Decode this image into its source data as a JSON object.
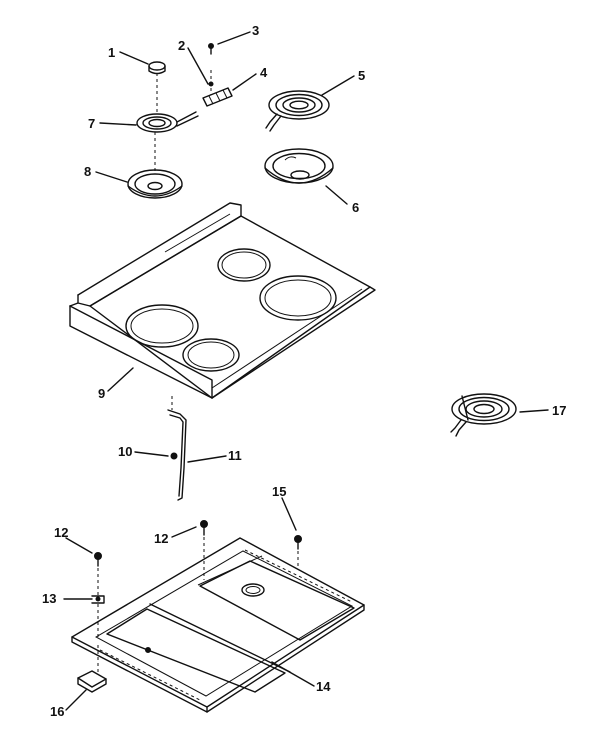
{
  "labels": {
    "p1": "1",
    "p2": "2",
    "p3": "3",
    "p4": "4",
    "p5": "5",
    "p6": "6",
    "p7": "7",
    "p8": "8",
    "p9": "9",
    "p10": "10",
    "p11": "11",
    "p12a": "12",
    "p12b": "12",
    "p13": "13",
    "p14": "14",
    "p15": "15",
    "p16": "16",
    "p17": "17"
  }
}
